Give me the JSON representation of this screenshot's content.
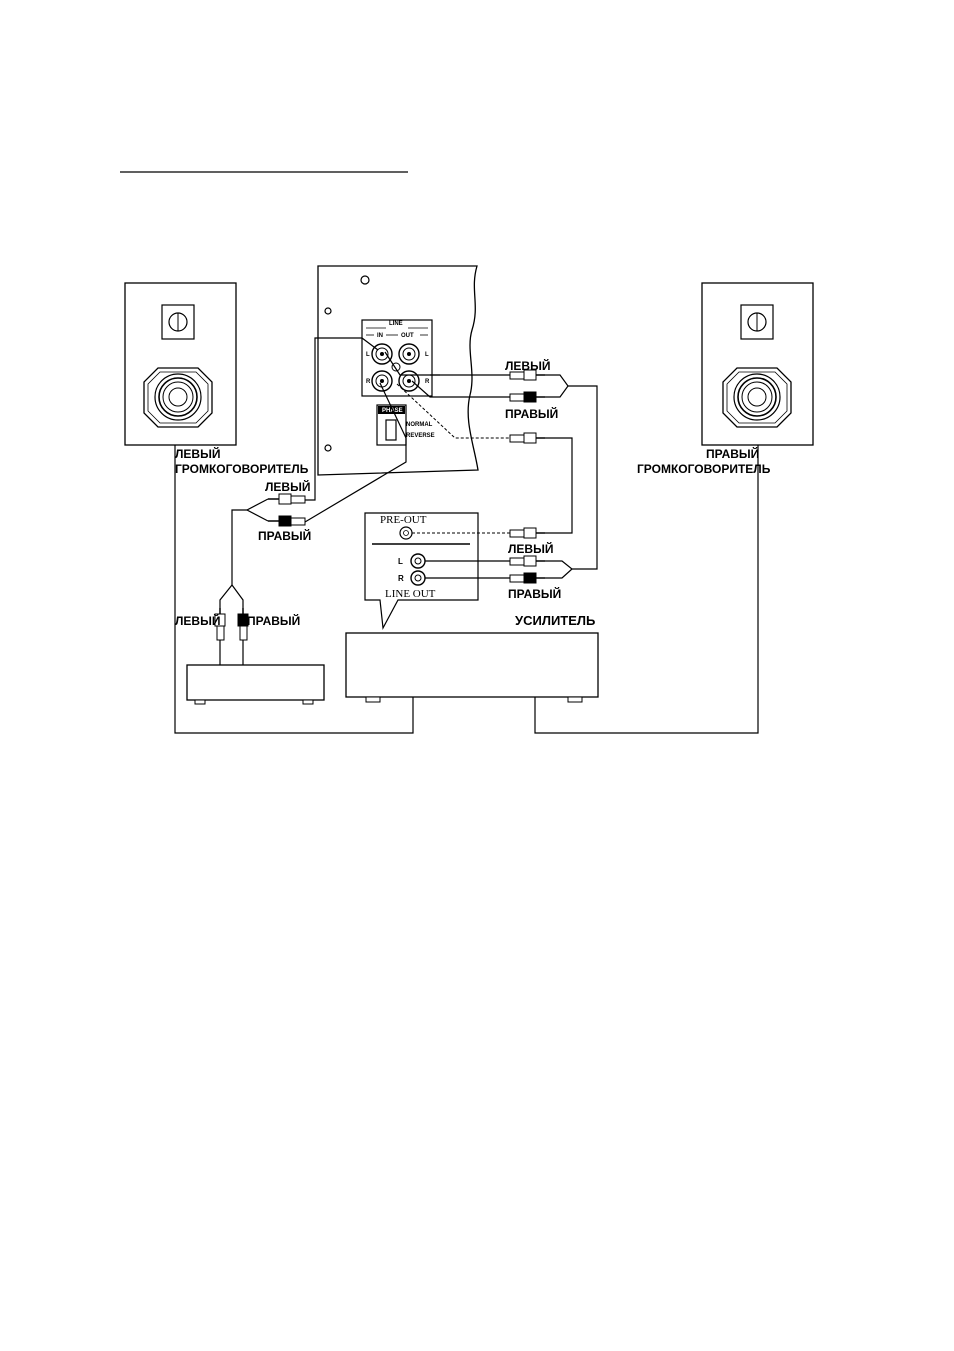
{
  "labels": {
    "left_speaker": [
      "ЛЕВЫЙ",
      "ГРОМКОГОВОРИТЕЛЬ"
    ],
    "right_speaker": [
      "ПРАВЫЙ",
      "ГРОМКОГОВОРИТЕЛЬ"
    ],
    "left": "ЛЕВЫЙ",
    "right": "ПРАВЫЙ",
    "amplifier": "УСИЛИТЕЛЬ",
    "pre_out": "PRE-OUT",
    "line_out": "LINE OUT",
    "amp_l": "L",
    "amp_r": "R",
    "line": "LINE",
    "line_in": "IN",
    "line_out_short": "OUT",
    "jack_l": "L",
    "jack_r": "R",
    "phase": "PHASE",
    "normal": "NORMAL",
    "reverse": "REVERSE"
  }
}
